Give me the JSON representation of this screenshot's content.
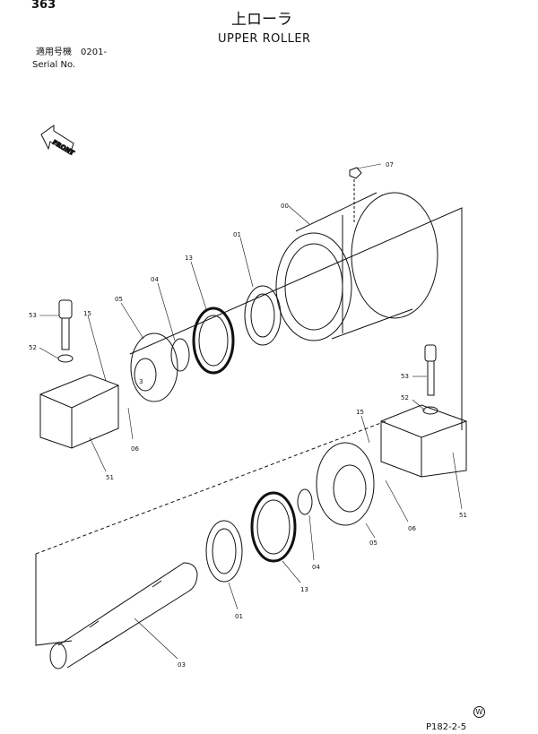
{
  "header": {
    "page_number": "363",
    "title_jp": "上ローラ",
    "title_en": "UPPER ROLLER",
    "serial_jp": "適用号機　0201-",
    "serial_en": "Serial No."
  },
  "diagram": {
    "front_label": "FRONT",
    "callouts": {
      "c07": "07",
      "c00": "00",
      "c01a": "01",
      "c13a": "13",
      "c04a": "04",
      "c05a": "05",
      "c15a": "15",
      "c53a": "53",
      "c52a": "52",
      "c51a": "51",
      "c06a": "06",
      "c3": "3",
      "c53b": "53",
      "c52b": "52",
      "c15b": "15",
      "c51b": "51",
      "c06b": "06",
      "c05b": "05",
      "c04b": "04",
      "c13b": "13",
      "c01b": "01",
      "c03": "03"
    }
  },
  "footer": {
    "mark": "W",
    "code": "P182-2-5"
  }
}
